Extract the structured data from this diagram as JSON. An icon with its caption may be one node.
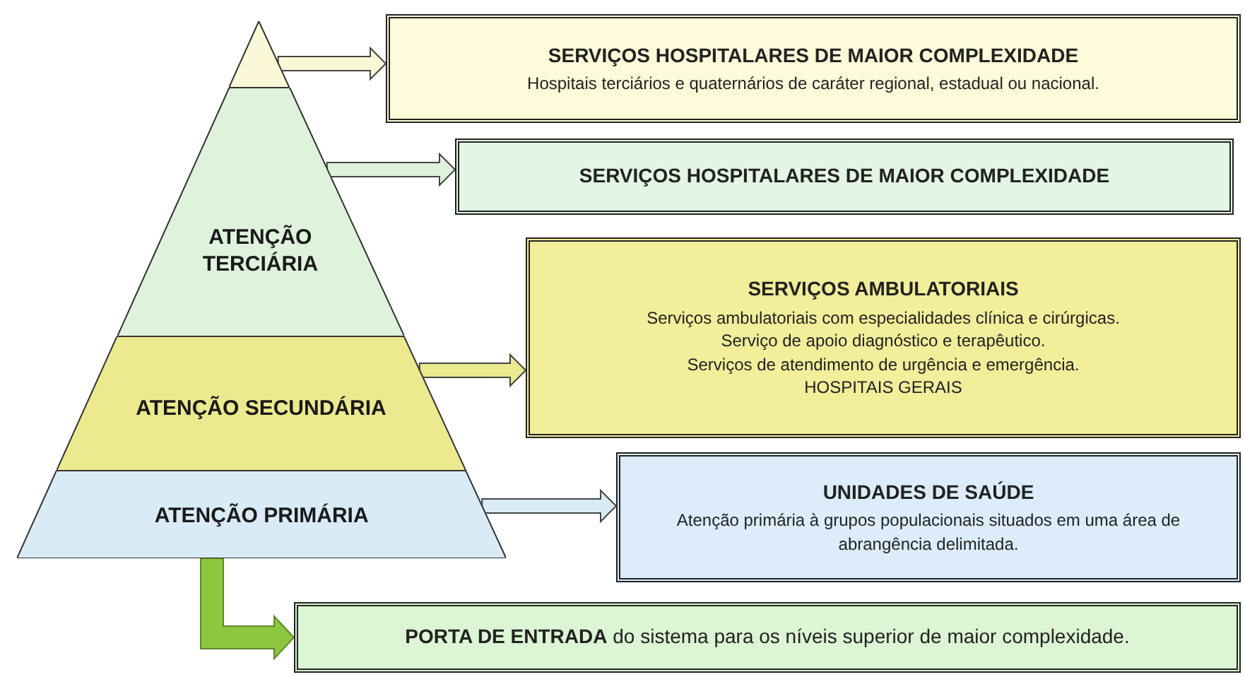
{
  "diagram": {
    "nodes": [
      {
        "text": [],
        "shape": "triangle"
      },
      {
        "text": [
          "ATENÇÃO TERCIÁRIA"
        ]
      },
      {
        "text": [
          "ATENÇÃO SECUNDÁRIA"
        ]
      },
      {
        "text": [
          "ATENÇÃO PRIMÁRIA"
        ]
      },
      {
        "text": [
          "SERVIÇOS HOSPITALARES DE MAIOR COMPLEXIDADE",
          "Hospitais terciários e quaternários de caráter regional, estadual ou nacional."
        ]
      },
      {
        "text": [
          "SERVIÇOS HOSPITALARES DE MAIOR COMPLEXIDADE"
        ]
      },
      {
        "text": [
          "SERVIÇOS AMBULATORIAIS",
          "Serviços ambulatoriais com especialidades clínica e cirúrgicas.",
          "Serviço de apoio diagnóstico e terapêutico.",
          "Serviços de atendimento de urgência e emergência.",
          "HOSPITAIS GERAIS"
        ]
      },
      {
        "text": [
          "UNIDADES DE SAÚDE",
          "Atenção primária à grupos populacionais situados em uma área de abrangência delimitada."
        ]
      },
      {
        "text": [
          "**PORTA DE ENTRADA** do sistema para os níveis superior de maior complexidade."
        ]
      }
    ],
    "edges": [
      {
        "from": 0,
        "to": 4,
        "arrow": "to",
        "color": "#fbf8d8"
      },
      {
        "from": 1,
        "to": 5,
        "arrow": "to",
        "color": "#dff3dc"
      },
      {
        "from": 2,
        "to": 6,
        "arrow": "to",
        "color": "#ece98f"
      },
      {
        "from": 3,
        "to": 7,
        "arrow": "to",
        "color": "#d9ebf7"
      },
      {
        "from": 3,
        "to": 8,
        "arrow": "to",
        "style": "thick",
        "color": "#8dc63f"
      }
    ]
  }
}
